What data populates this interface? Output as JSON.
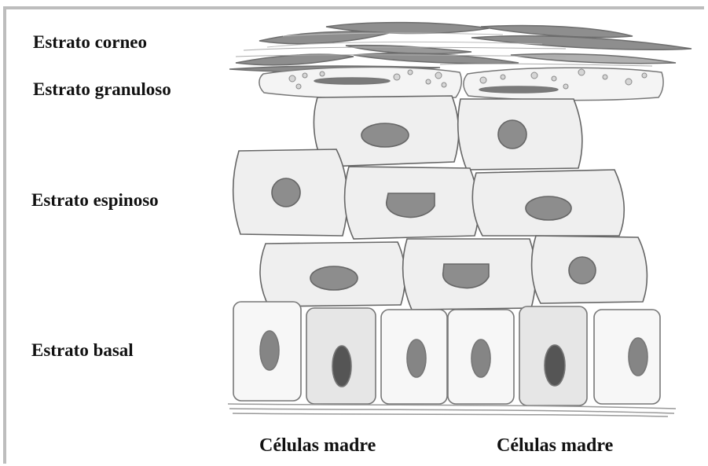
{
  "diagram": {
    "layers": {
      "corneo": "Estrato corneo",
      "granuloso": "Estrato granuloso",
      "espinoso": "Estrato espinoso",
      "basal": "Estrato basal"
    },
    "stem_cells": {
      "left": "Células madre",
      "right": "Células madre"
    }
  }
}
